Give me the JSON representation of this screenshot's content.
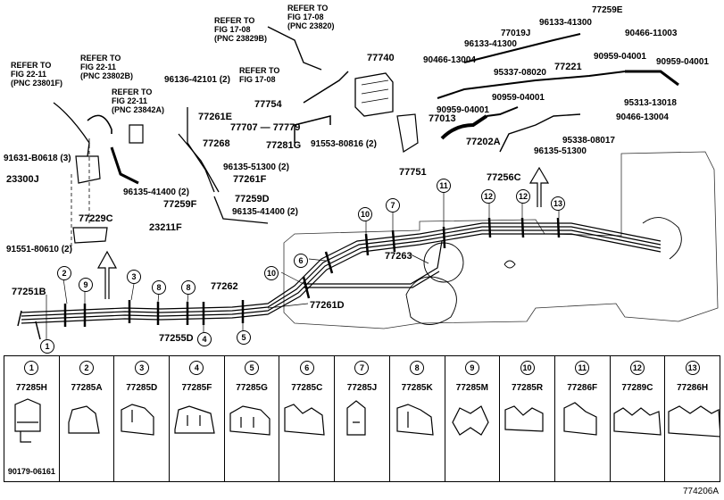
{
  "refs": {
    "r1": [
      "REFER TO",
      "FIG 22-11",
      "(PNC 23801F)"
    ],
    "r2": [
      "REFER TO",
      "FIG 22-11",
      "(PNC 23802B)"
    ],
    "r3": [
      "REFER TO",
      "FIG 22-11",
      "(PNC 23842A)"
    ],
    "r4": [
      "REFER TO",
      "FIG 17-08",
      "(PNC 23829B)"
    ],
    "r5": [
      "REFER TO",
      "FIG 17-08",
      "(PNC 23820)"
    ],
    "r6": [
      "REFER TO",
      "FIG 17-08"
    ]
  },
  "labels": {
    "p77259E": "77259E",
    "p96133a": "96133-41300",
    "p77019J": "77019J",
    "p90466a": "90466-11003",
    "p96133b": "96133-41300",
    "p90466b": "90466-13004",
    "p95337": "95337-08020",
    "p77740": "77740",
    "p77221": "77221",
    "p90959a": "90959-04001",
    "p90959b": "90959-04001",
    "p96136": "96136-42101 (2)",
    "p77754": "77754",
    "p77261E": "77261E",
    "p77707": "77707",
    "p77779": "77779",
    "p90959c": "90959-04001",
    "p95313": "95313-13018",
    "p90959d": "90959-04001",
    "p77013": "77013",
    "p90466c": "90466-13004",
    "p77268": "77268",
    "p77281G": "77281G",
    "p91553": "91553-80816 (2)",
    "p77202A": "77202A",
    "p95338": "95338-08017",
    "p96135a": "96135-51300",
    "p91631": "91631-B0618 (3)",
    "p96135b": "96135-51300 (2)",
    "p77751": "77751",
    "p77261F": "77261F",
    "p77256C": "77256C",
    "p23300J": "23300J",
    "p96135c": "96135-41400 (2)",
    "p77259D": "77259D",
    "p77259F": "77259F",
    "p96135d": "96135-41400 (2)",
    "p77229C": "77229C",
    "p23211F": "23211F",
    "p91551": "91551-80610 (2)",
    "p77263": "77263",
    "p77251B": "77251B",
    "p77262": "77262",
    "p77261D": "77261D",
    "p77255D": "77255D"
  },
  "callouts": [
    "1",
    "2",
    "3",
    "4",
    "5",
    "6",
    "7",
    "8",
    "9",
    "10",
    "11",
    "12",
    "13"
  ],
  "legend": [
    {
      "num": "1",
      "part": "77285H",
      "sub": "90179-06161"
    },
    {
      "num": "2",
      "part": "77285A",
      "sub": ""
    },
    {
      "num": "3",
      "part": "77285D",
      "sub": ""
    },
    {
      "num": "4",
      "part": "77285F",
      "sub": ""
    },
    {
      "num": "5",
      "part": "77285G",
      "sub": ""
    },
    {
      "num": "6",
      "part": "77285C",
      "sub": ""
    },
    {
      "num": "7",
      "part": "77285J",
      "sub": ""
    },
    {
      "num": "8",
      "part": "77285K",
      "sub": ""
    },
    {
      "num": "9",
      "part": "77285M",
      "sub": ""
    },
    {
      "num": "10",
      "part": "77285R",
      "sub": ""
    },
    {
      "num": "11",
      "part": "77286F",
      "sub": ""
    },
    {
      "num": "12",
      "part": "77289C",
      "sub": ""
    },
    {
      "num": "13",
      "part": "77286H",
      "sub": ""
    }
  ],
  "doc_id": "774206A"
}
